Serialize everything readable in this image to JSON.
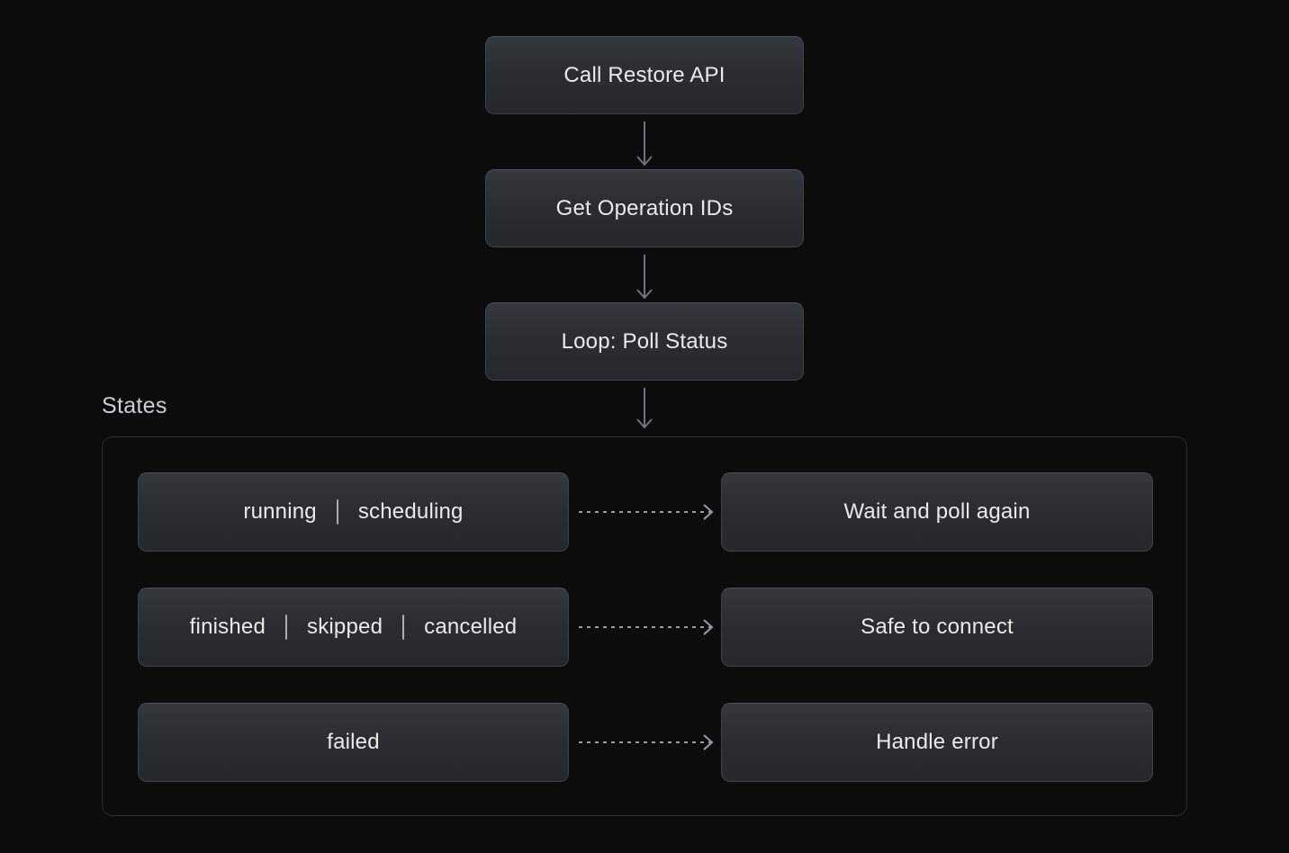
{
  "flow": {
    "steps": [
      {
        "label": "Call Restore API"
      },
      {
        "label": "Get Operation IDs"
      },
      {
        "label": "Loop: Poll Status"
      }
    ]
  },
  "states": {
    "section_label": "States",
    "rows": [
      {
        "states": [
          "running",
          "scheduling"
        ],
        "action": "Wait and poll again"
      },
      {
        "states": [
          "finished",
          "skipped",
          "cancelled"
        ],
        "action": "Safe to connect"
      },
      {
        "states": [
          "failed"
        ],
        "action": "Handle error"
      }
    ]
  },
  "icons": {
    "down_arrow": "down-arrow-icon",
    "dashed_right_arrow": "dashed-right-arrow-icon"
  },
  "colors": {
    "page_background": "#0c0c0d",
    "node_background_top": "#35383e",
    "node_background_bottom": "#26282c",
    "node_border": "#3f4248",
    "node_text": "#e9eaec",
    "container_border": "#2c2e32",
    "section_label_text": "#cdcfd2",
    "solid_arrow": "#70737a",
    "dashed_arrow": "#9a9da3"
  }
}
